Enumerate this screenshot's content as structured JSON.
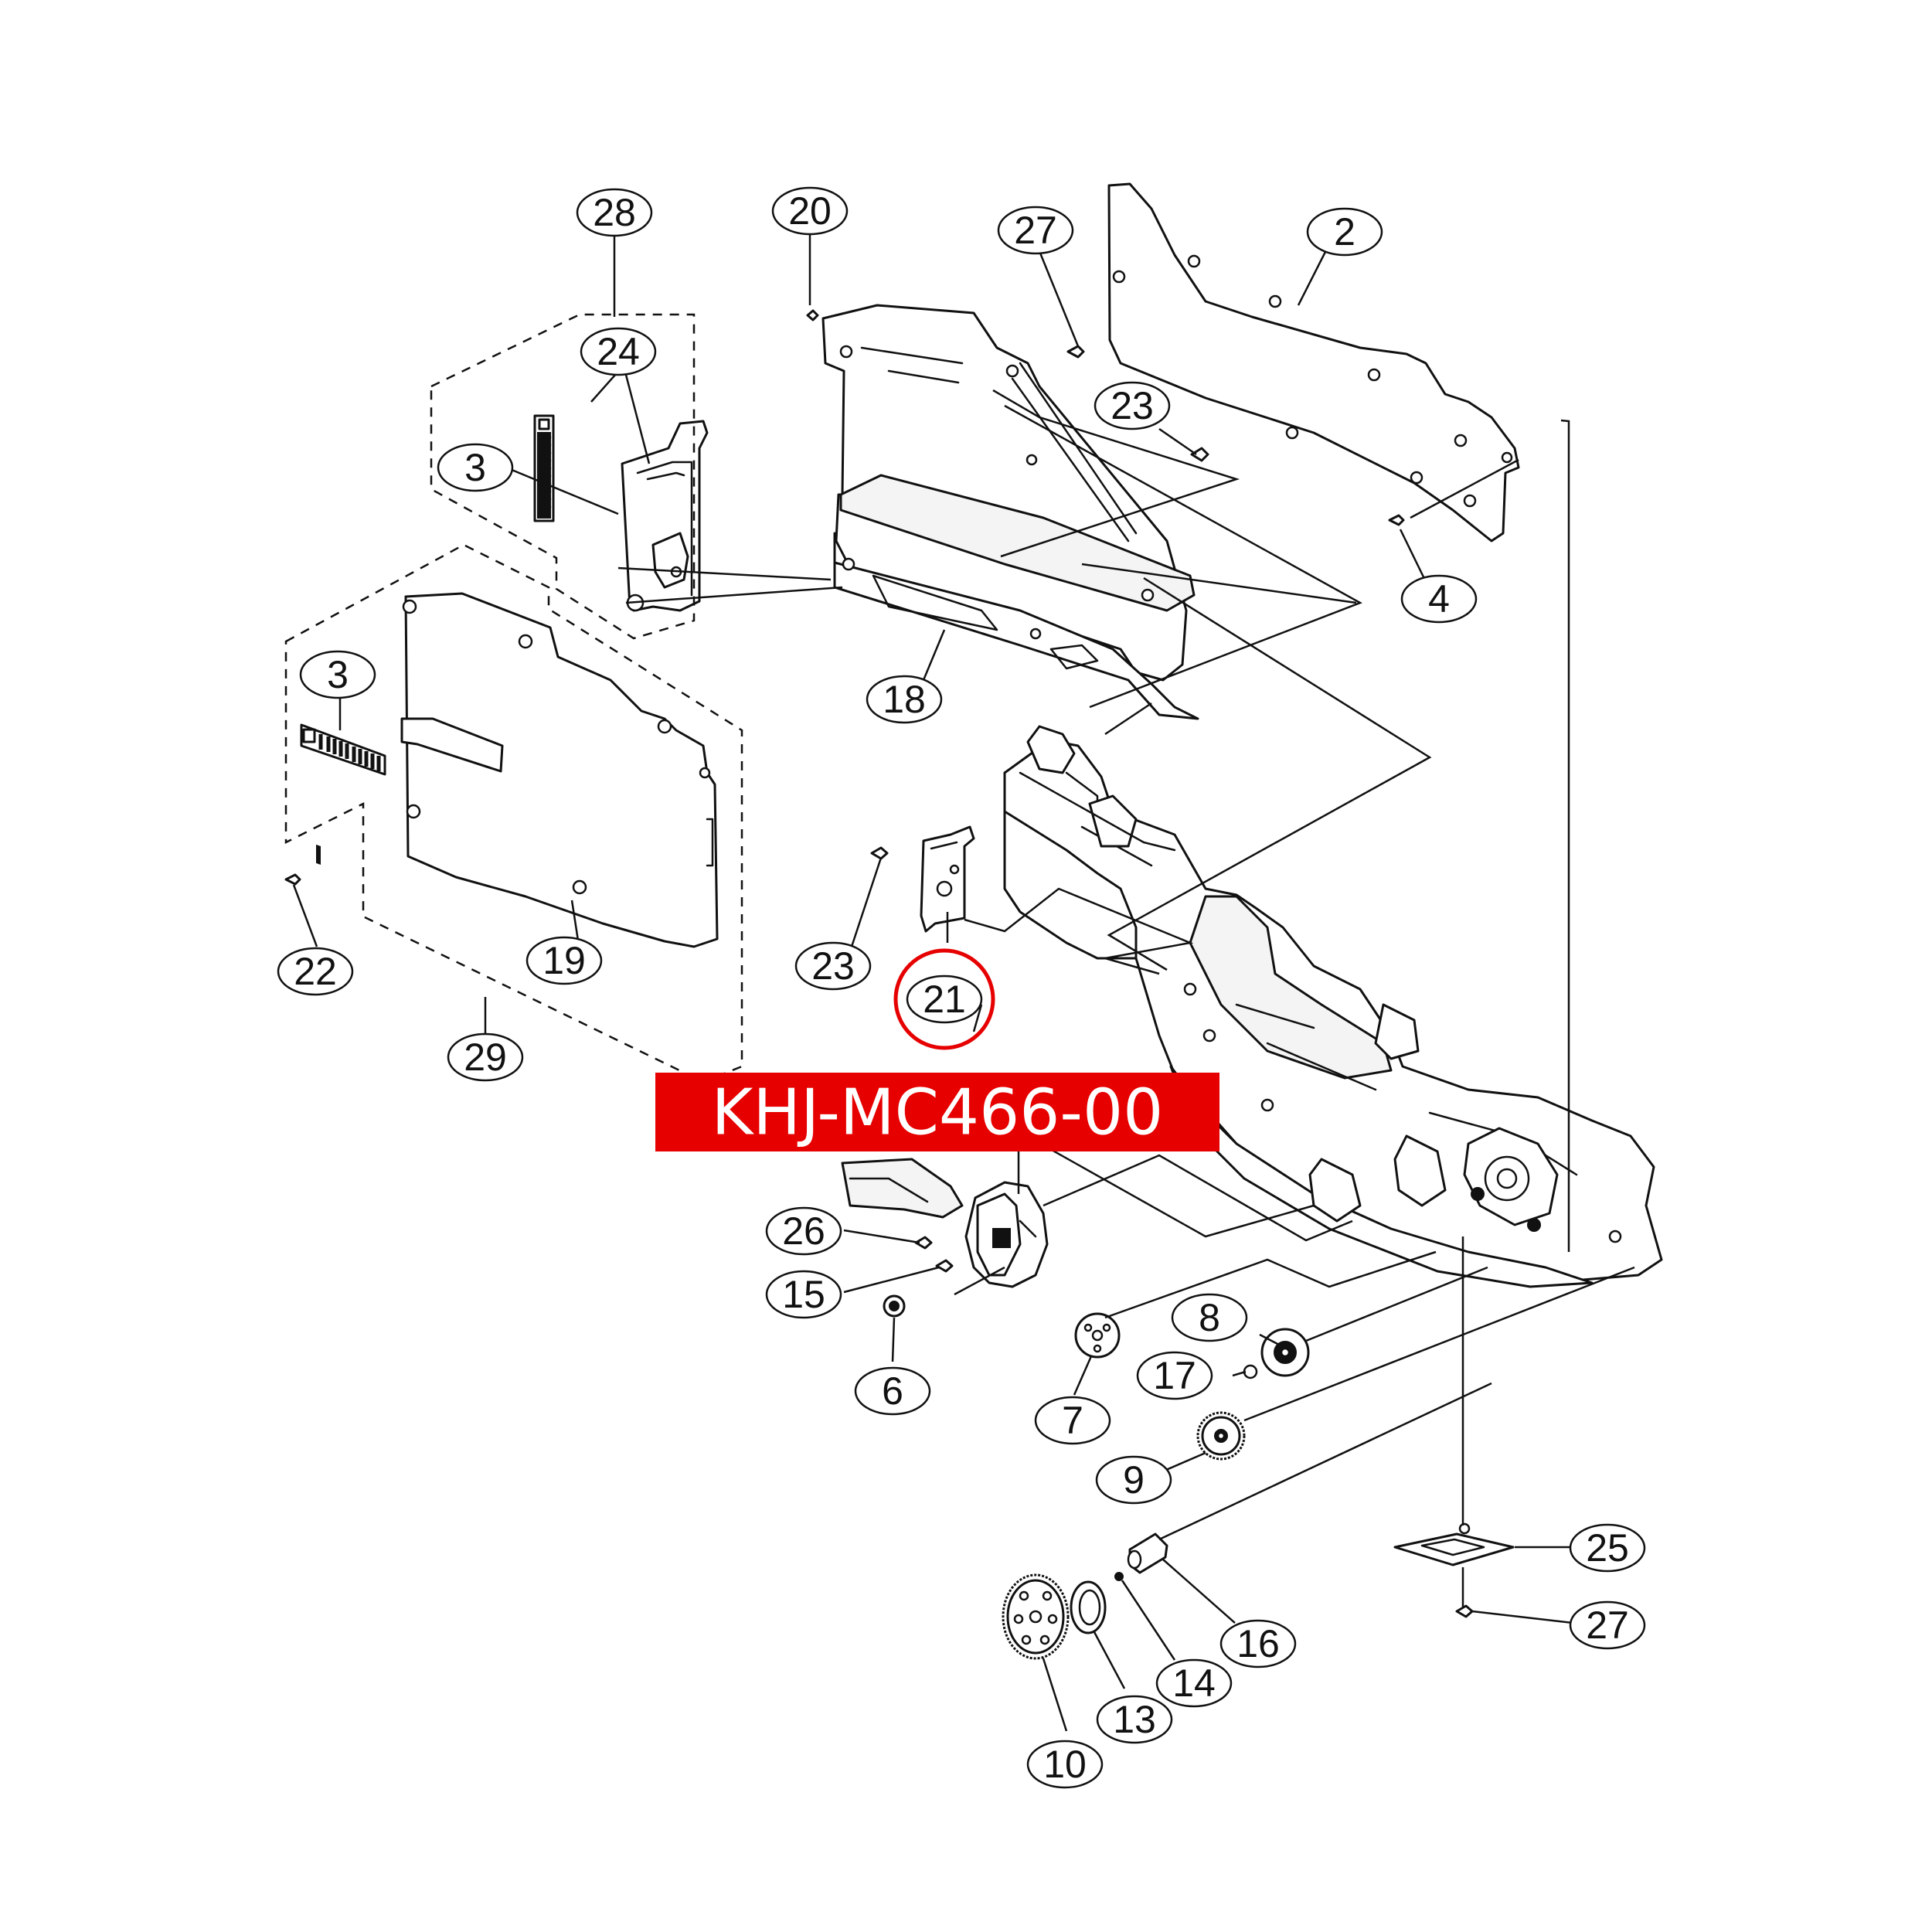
{
  "colors": {
    "highlight": "#e60000",
    "banner_bg": "#e60000",
    "banner_text": "#ffffff",
    "line": "#111111"
  },
  "banner": {
    "part_number": "KHJ-MC466-00"
  },
  "callouts": [
    {
      "id": "c28",
      "label": "28"
    },
    {
      "id": "c24",
      "label": "24"
    },
    {
      "id": "c3a",
      "label": "3"
    },
    {
      "id": "c3b",
      "label": "3"
    },
    {
      "id": "c20",
      "label": "20"
    },
    {
      "id": "c27a",
      "label": "27"
    },
    {
      "id": "c2",
      "label": "2"
    },
    {
      "id": "c23a",
      "label": "23"
    },
    {
      "id": "c4",
      "label": "4"
    },
    {
      "id": "c18",
      "label": "18"
    },
    {
      "id": "c22",
      "label": "22"
    },
    {
      "id": "c19",
      "label": "19"
    },
    {
      "id": "c29",
      "label": "29"
    },
    {
      "id": "c23b",
      "label": "23"
    },
    {
      "id": "c21",
      "label": "21"
    },
    {
      "id": "c26",
      "label": "26"
    },
    {
      "id": "c15",
      "label": "15"
    },
    {
      "id": "c6",
      "label": "6"
    },
    {
      "id": "c8",
      "label": "8"
    },
    {
      "id": "c17",
      "label": "17"
    },
    {
      "id": "c7",
      "label": "7"
    },
    {
      "id": "c9",
      "label": "9"
    },
    {
      "id": "c25",
      "label": "25"
    },
    {
      "id": "c27b",
      "label": "27"
    },
    {
      "id": "c16",
      "label": "16"
    },
    {
      "id": "c14",
      "label": "14"
    },
    {
      "id": "c13",
      "label": "13"
    },
    {
      "id": "c10",
      "label": "10"
    }
  ],
  "highlighted_callout": "21"
}
